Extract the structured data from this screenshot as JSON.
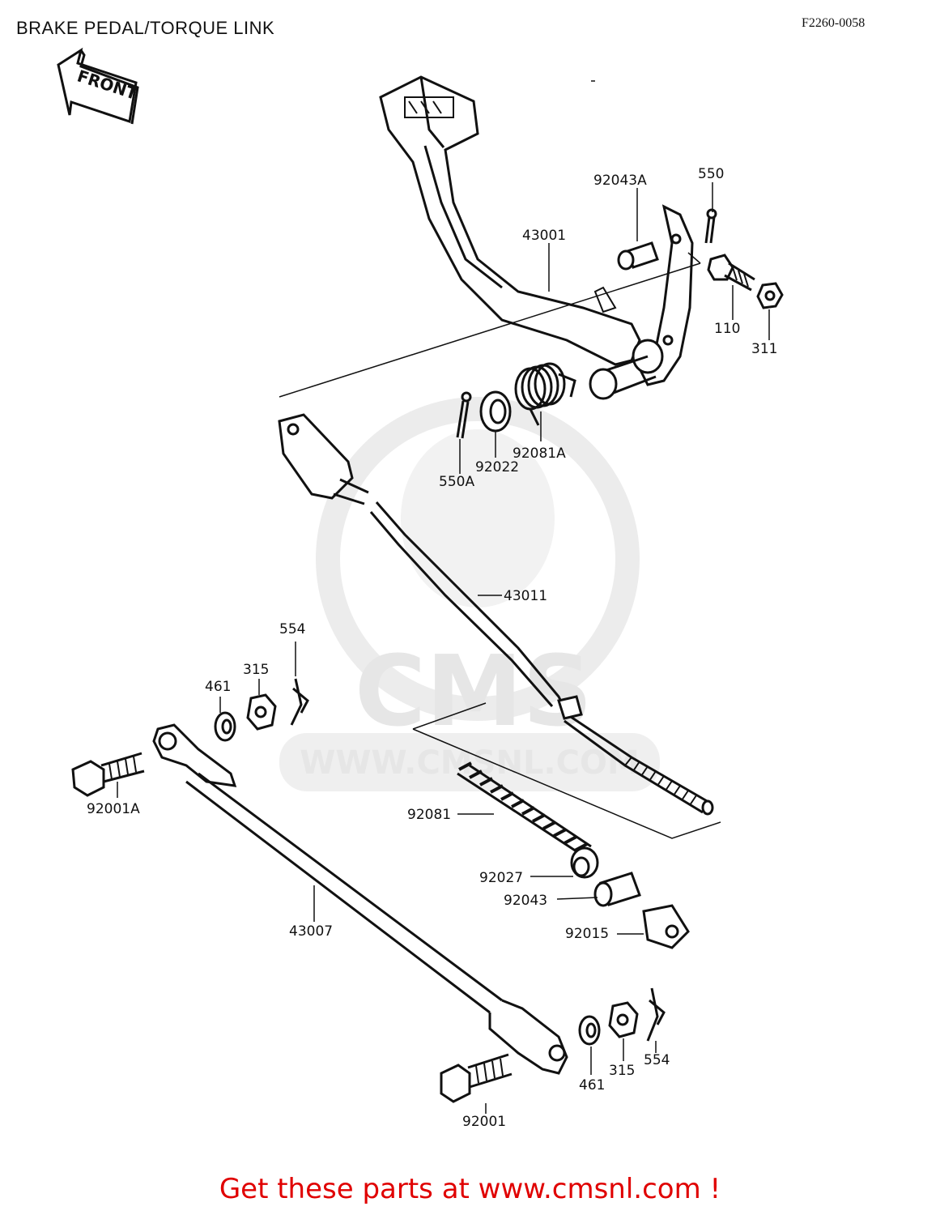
{
  "header": {
    "title": "BRAKE PEDAL/TORQUE LINK",
    "code": "F2260-0058"
  },
  "front_arrow": {
    "label": "FRONT"
  },
  "watermark": {
    "brand": "CMS",
    "url": "WWW.CMSNL.COM"
  },
  "parts": {
    "p550": "550",
    "p92043A": "92043A",
    "p43001": "43001",
    "p110": "110",
    "p311": "311",
    "p92081A": "92081A",
    "p92022": "92022",
    "p550A": "550A",
    "p43011": "43011",
    "p554_top": "554",
    "p315_top": "315",
    "p461_top": "461",
    "p92001A": "92001A",
    "p92081": "92081",
    "p92027": "92027",
    "p92043": "92043",
    "p92015": "92015",
    "p43007": "43007",
    "p461_bottom": "461",
    "p315_bottom": "315",
    "p554_bottom": "554",
    "p92001": "92001"
  },
  "footer": {
    "text": "Get these parts at www.cmsnl.com !"
  },
  "colors": {
    "footer": "#e00000",
    "line": "#111111",
    "watermark": "#e6e6e6"
  }
}
